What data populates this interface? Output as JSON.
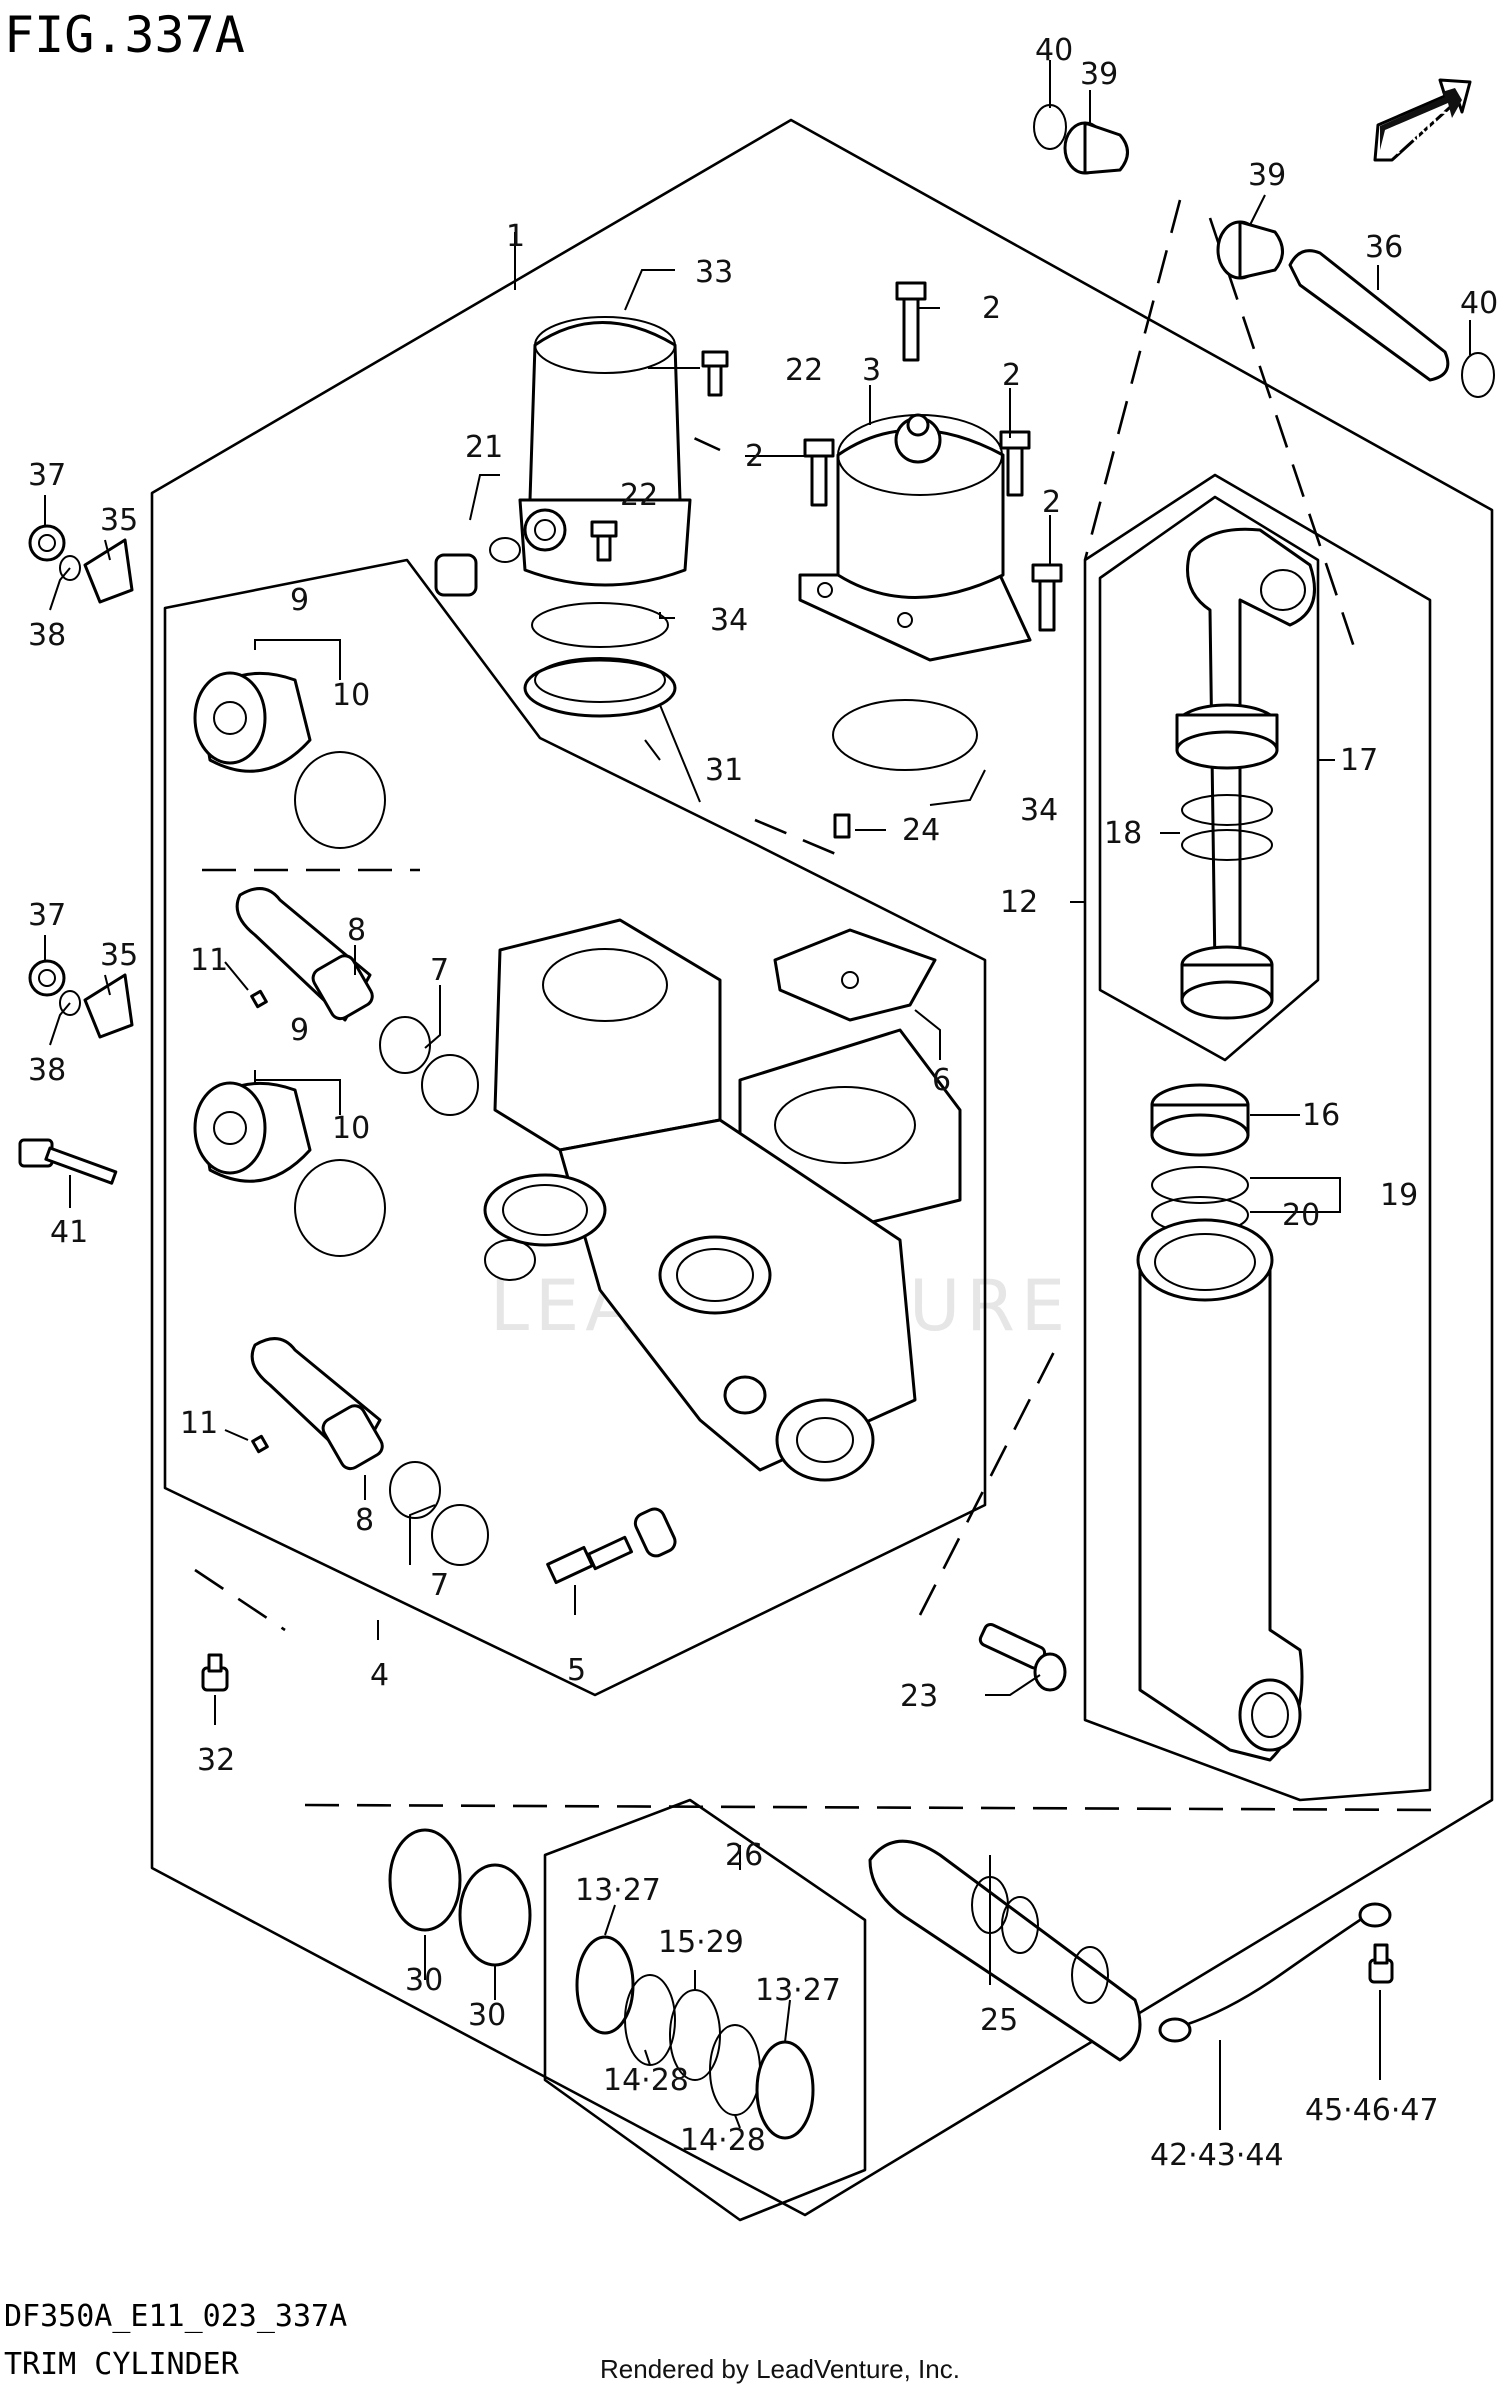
{
  "figure": {
    "id": "FIG.337A",
    "code": "DF350A_E11_023_337A",
    "title": "TRIM CYLINDER",
    "credit": "Rendered by LeadVenture, Inc.",
    "watermark": "LEADVENTURE",
    "direction_badge": "FWD"
  },
  "callouts": [
    {
      "key": "c1",
      "label": "1"
    },
    {
      "key": "c2a",
      "label": "2"
    },
    {
      "key": "c2b",
      "label": "2"
    },
    {
      "key": "c2c",
      "label": "2"
    },
    {
      "key": "c2d",
      "label": "2"
    },
    {
      "key": "c3",
      "label": "3"
    },
    {
      "key": "c4",
      "label": "4"
    },
    {
      "key": "c5",
      "label": "5"
    },
    {
      "key": "c6",
      "label": "6"
    },
    {
      "key": "c7a",
      "label": "7"
    },
    {
      "key": "c7b",
      "label": "7"
    },
    {
      "key": "c8a",
      "label": "8"
    },
    {
      "key": "c8b",
      "label": "8"
    },
    {
      "key": "c9a",
      "label": "9"
    },
    {
      "key": "c9b",
      "label": "9"
    },
    {
      "key": "c10a",
      "label": "10"
    },
    {
      "key": "c10b",
      "label": "10"
    },
    {
      "key": "c11a",
      "label": "11"
    },
    {
      "key": "c11b",
      "label": "11"
    },
    {
      "key": "c12",
      "label": "12"
    },
    {
      "key": "c13a",
      "label": "13·27"
    },
    {
      "key": "c13b",
      "label": "13·27"
    },
    {
      "key": "c14a",
      "label": "14·28"
    },
    {
      "key": "c14b",
      "label": "14·28"
    },
    {
      "key": "c15",
      "label": "15·29"
    },
    {
      "key": "c16",
      "label": "16"
    },
    {
      "key": "c17",
      "label": "17"
    },
    {
      "key": "c18",
      "label": "18"
    },
    {
      "key": "c19",
      "label": "19"
    },
    {
      "key": "c20",
      "label": "20"
    },
    {
      "key": "c21",
      "label": "21"
    },
    {
      "key": "c22a",
      "label": "22"
    },
    {
      "key": "c22b",
      "label": "22"
    },
    {
      "key": "c23",
      "label": "23"
    },
    {
      "key": "c24",
      "label": "24"
    },
    {
      "key": "c25",
      "label": "25"
    },
    {
      "key": "c26",
      "label": "26"
    },
    {
      "key": "c30a",
      "label": "30"
    },
    {
      "key": "c30b",
      "label": "30"
    },
    {
      "key": "c31",
      "label": "31"
    },
    {
      "key": "c32",
      "label": "32"
    },
    {
      "key": "c33",
      "label": "33"
    },
    {
      "key": "c34a",
      "label": "34"
    },
    {
      "key": "c34b",
      "label": "34"
    },
    {
      "key": "c35a",
      "label": "35"
    },
    {
      "key": "c35b",
      "label": "35"
    },
    {
      "key": "c36",
      "label": "36"
    },
    {
      "key": "c37a",
      "label": "37"
    },
    {
      "key": "c37b",
      "label": "37"
    },
    {
      "key": "c38a",
      "label": "38"
    },
    {
      "key": "c38b",
      "label": "38"
    },
    {
      "key": "c39a",
      "label": "39"
    },
    {
      "key": "c39b",
      "label": "39"
    },
    {
      "key": "c40a",
      "label": "40"
    },
    {
      "key": "c40b",
      "label": "40"
    },
    {
      "key": "c41",
      "label": "41"
    },
    {
      "key": "c42",
      "label": "42·43·44"
    },
    {
      "key": "c45",
      "label": "45·46·47"
    }
  ]
}
